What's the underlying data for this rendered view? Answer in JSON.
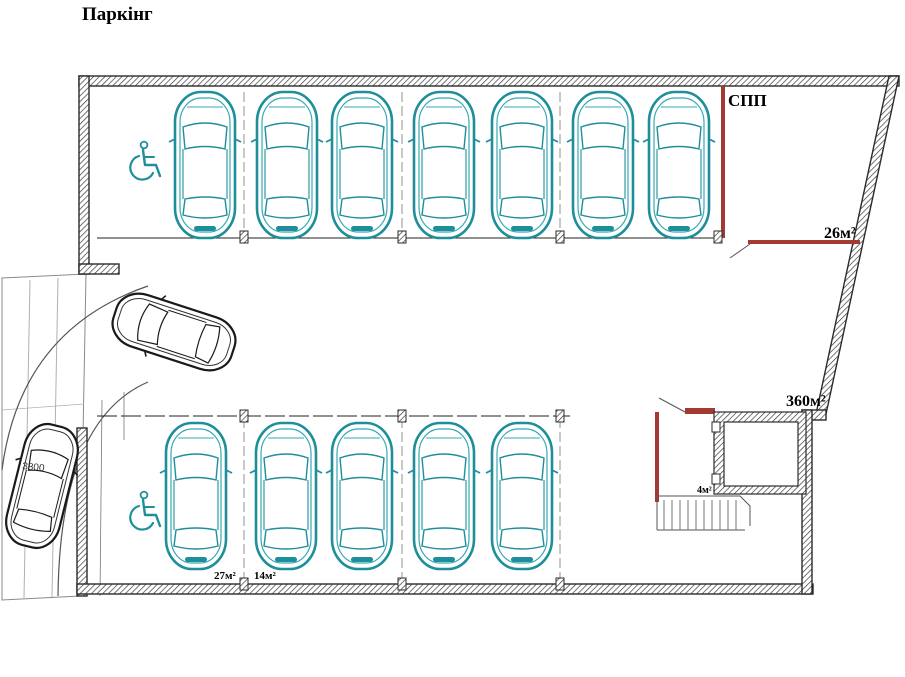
{
  "title": "Паркінг",
  "labels": {
    "technical_room": "СПП",
    "room_area": "26м²",
    "main_area": "360м²",
    "stair_area": "4м²",
    "bottom_left_area": "27м²",
    "bottom_mid_area": "14м²",
    "ramp_dimension": "3800"
  },
  "icons": {
    "accessible_top": "wheelchair-icon",
    "accessible_bottom": "wheelchair-icon"
  },
  "colors": {
    "wall": "#2b2b2b",
    "partition": "#a33a32",
    "parked_car": "#1e8f9a",
    "moving_car": "#1a1a1a"
  },
  "parking": {
    "top_row_spaces": 7,
    "bottom_row_spaces": 5
  }
}
